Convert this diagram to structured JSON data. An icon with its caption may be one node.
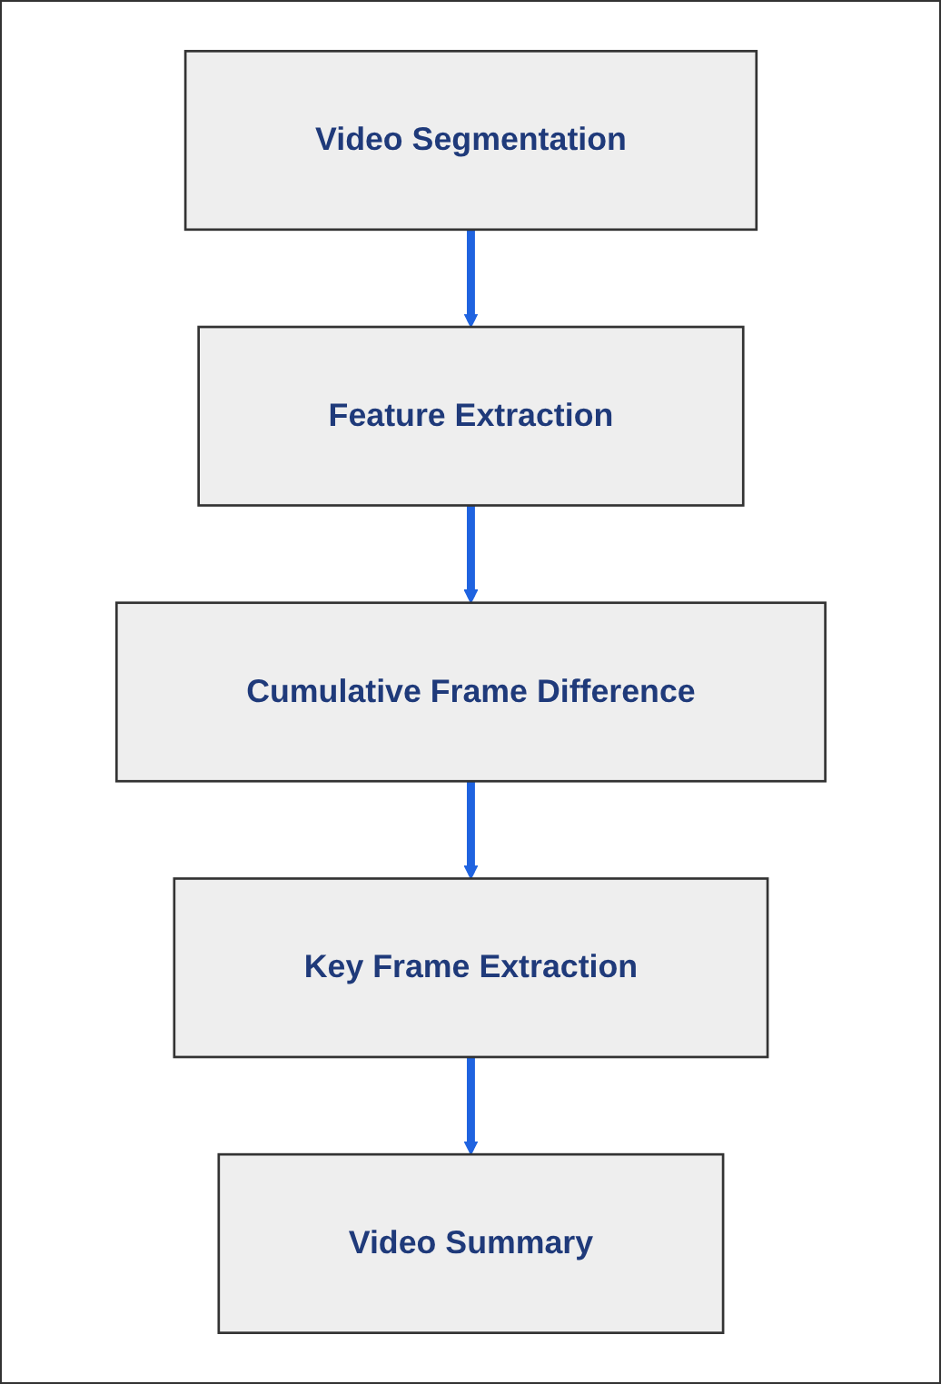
{
  "diagram": {
    "nodes": [
      {
        "text": [
          "Video Segmentation"
        ]
      },
      {
        "text": [
          "Feature Extraction"
        ]
      },
      {
        "text": [
          "Cumulative Frame Difference"
        ]
      },
      {
        "text": [
          "Key Frame Extraction"
        ]
      },
      {
        "text": [
          "Video Summary"
        ]
      }
    ],
    "edges": [
      {
        "from": 0,
        "to": 1,
        "arrow": "to"
      },
      {
        "from": 1,
        "to": 2,
        "arrow": "to"
      },
      {
        "from": 2,
        "to": 3,
        "arrow": "to"
      },
      {
        "from": 3,
        "to": 4,
        "arrow": "to"
      }
    ]
  }
}
